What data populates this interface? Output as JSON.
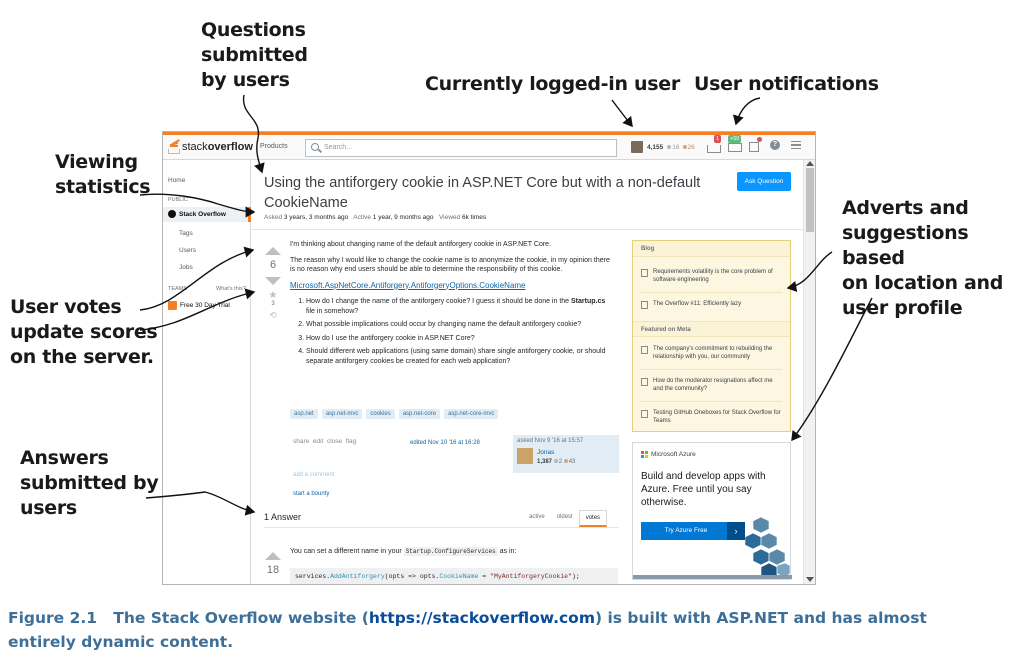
{
  "annotations": {
    "questions": [
      "Questions",
      "submitted",
      "by users"
    ],
    "logged_in": "Currently logged-in user",
    "notifications": "User notifications",
    "viewing": [
      "Viewing",
      "statistics"
    ],
    "adverts": [
      "Adverts and",
      "suggestions based",
      "on location and",
      "user profile"
    ],
    "votes": [
      "User votes",
      "update scores",
      "on the server."
    ],
    "answers": [
      "Answers",
      "submitted by",
      "users"
    ]
  },
  "topbar": {
    "logo_part1": "stack",
    "logo_part2": "overflow",
    "products": "Products",
    "search_placeholder": "Search...",
    "reputation": "4,155",
    "silver": "16",
    "bronze": "26",
    "inbox_badge": "1",
    "achievements_badge": "+50",
    "help": "?"
  },
  "leftnav": {
    "home": "Home",
    "public": "PUBLIC",
    "stack_overflow": "Stack Overflow",
    "tags": "Tags",
    "users": "Users",
    "jobs": "Jobs",
    "teams": "TEAMS",
    "whats_this": "What's this?",
    "free_trial": "Free 30 Day Trial"
  },
  "question": {
    "title": "Using the antiforgery cookie in ASP.NET Core but with a non-default CookieName",
    "ask_button": "Ask Question",
    "asked_label": "Asked",
    "asked_value": "3 years, 3 months ago",
    "active_label": "Active",
    "active_value": "1 year, 9 months ago",
    "viewed_label": "Viewed",
    "viewed_value": "6k times",
    "votes": "6",
    "favorites": "3",
    "para1": "I'm thinking about changing name of the default antiforgery cookie in ASP.NET Core.",
    "para2": "The reason why I would like to change the cookie name is to anonymize the cookie, in my opinion there is no reason why end users should be able to determine the responsibility of this cookie.",
    "link": "Microsoft.AspNetCore.Antiforgery.AntiforgeryOptions.CookieName",
    "q1a": "How do I change the name of the antiforgery cookie? I guess it should be done in the ",
    "q1b": "Startup.cs",
    "q1c": " file in somehow?",
    "q2": "What possible implications could occur by changing name the default antiforgery cookie?",
    "q3": "How do I use the antiforgery cookie in ASP.NET Core?",
    "q4": "Should different web applications (using same domain) share single antiforgery cookie, or should separate antiforgery cookies be created for each web application?",
    "tags": [
      "asp.net",
      "asp.net-mvc",
      "cookies",
      "asp.net-core",
      "asp.net-core-mvc"
    ],
    "actions": "share  edit  close  flag",
    "edited": "edited Nov 10 '16 at 16:28",
    "asked_box": "asked Nov 9 '16 at 15:57",
    "user_name": "Jonas",
    "user_rep": "1,387",
    "user_silver": "2",
    "user_bronze": "43",
    "add_comment": "add a comment",
    "bounty": "start a bounty"
  },
  "answers": {
    "header": "1 Answer",
    "sort": [
      "active",
      "oldest",
      "votes"
    ],
    "votes": "18",
    "text_a": "You can set a different name in your ",
    "code_inline": "Startup.ConfigureServices",
    "text_b": " as in:",
    "code_a": "services.",
    "code_method": "AddAntiforgery",
    "code_b": "(opts => opts.",
    "code_prop": "CookieName",
    "code_c": " = ",
    "code_str": "\"MyAntiforgeryCookie\"",
    "code_d": ");"
  },
  "sidebar": {
    "blog_header": "Blog",
    "blog1": "Requirements volatility is the core problem of software engineering",
    "blog2": "The Overflow #11: Efficiently lazy",
    "meta_header": "Featured on Meta",
    "meta1": "The company's commitment to rebuilding the relationship with you, our community",
    "meta2": "How do the moderator resignations affect me and the community?",
    "meta3": "Testing GitHub Oneboxes for Stack Overflow for Teams"
  },
  "ad": {
    "brand": "Microsoft Azure",
    "line1": "Build and develop apps with",
    "line2a": "Azure. Free until you say",
    "line3": "otherwise.",
    "button": "Try Azure Free",
    "chevron": "›"
  },
  "caption": {
    "prefix": "Figure 2.1",
    "text_a": "The Stack Overflow website (",
    "url": "https://stackoverflow.com",
    "text_b": ") is built with ASP.NET and has almost",
    "line2": "entirely dynamic content."
  },
  "colors": {
    "so_orange": "#f48024",
    "link_blue": "#0c65a5",
    "ask_blue": "#0a95ff",
    "caption_blue": "#2a6a9a",
    "caption_text": "#3d6f99"
  }
}
